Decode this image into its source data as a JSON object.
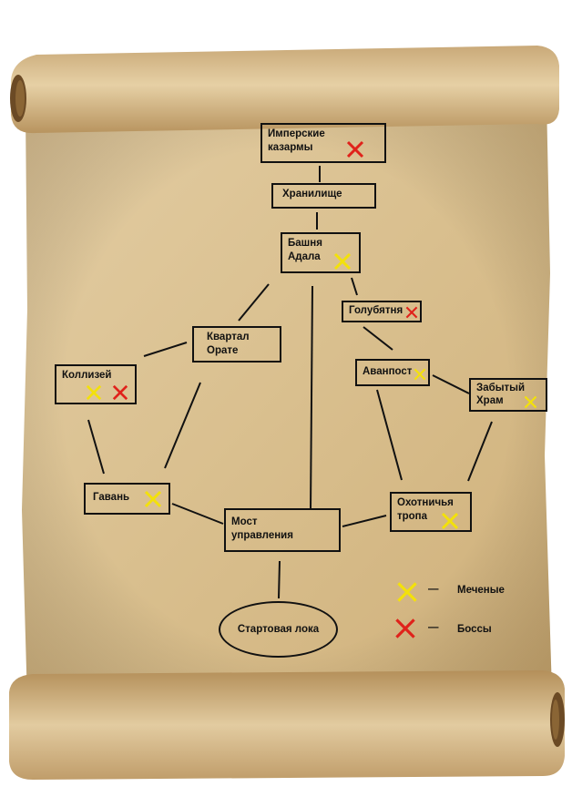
{
  "colors": {
    "marked": "#f3e10a",
    "boss": "#e0221b",
    "ink": "#111111",
    "parchment": "#dcc497"
  },
  "nodes": {
    "imperial_barracks": {
      "label": "Имперские\nказармы",
      "markers": [
        "boss"
      ]
    },
    "storage": {
      "label": "Хранилище",
      "markers": []
    },
    "adal_tower": {
      "label": "Башня\nАдала",
      "markers": [
        "marked"
      ]
    },
    "dovecote": {
      "label": "Голубятня",
      "markers": [
        "boss"
      ]
    },
    "orate_quarter": {
      "label": "Квартал\nОрате",
      "markers": []
    },
    "colosseum": {
      "label": "Коллизей",
      "markers": [
        "marked",
        "boss"
      ]
    },
    "outpost": {
      "label": "Аванпост",
      "markers": [
        "marked"
      ]
    },
    "forgotten_temple": {
      "label": "Забытый\nХрам",
      "markers": [
        "marked"
      ]
    },
    "harbor": {
      "label": "Гавань",
      "markers": [
        "marked"
      ]
    },
    "hunting_trail": {
      "label": "Охотничья\nтропа",
      "markers": [
        "marked"
      ]
    },
    "control_bridge": {
      "label": "Мост\nуправления",
      "markers": []
    },
    "start_location": {
      "label": "Стартовая лока",
      "markers": []
    }
  },
  "legend": [
    {
      "marker": "marked",
      "dash": "—",
      "label": "Меченые"
    },
    {
      "marker": "boss",
      "dash": "—",
      "label": "Боссы"
    }
  ]
}
